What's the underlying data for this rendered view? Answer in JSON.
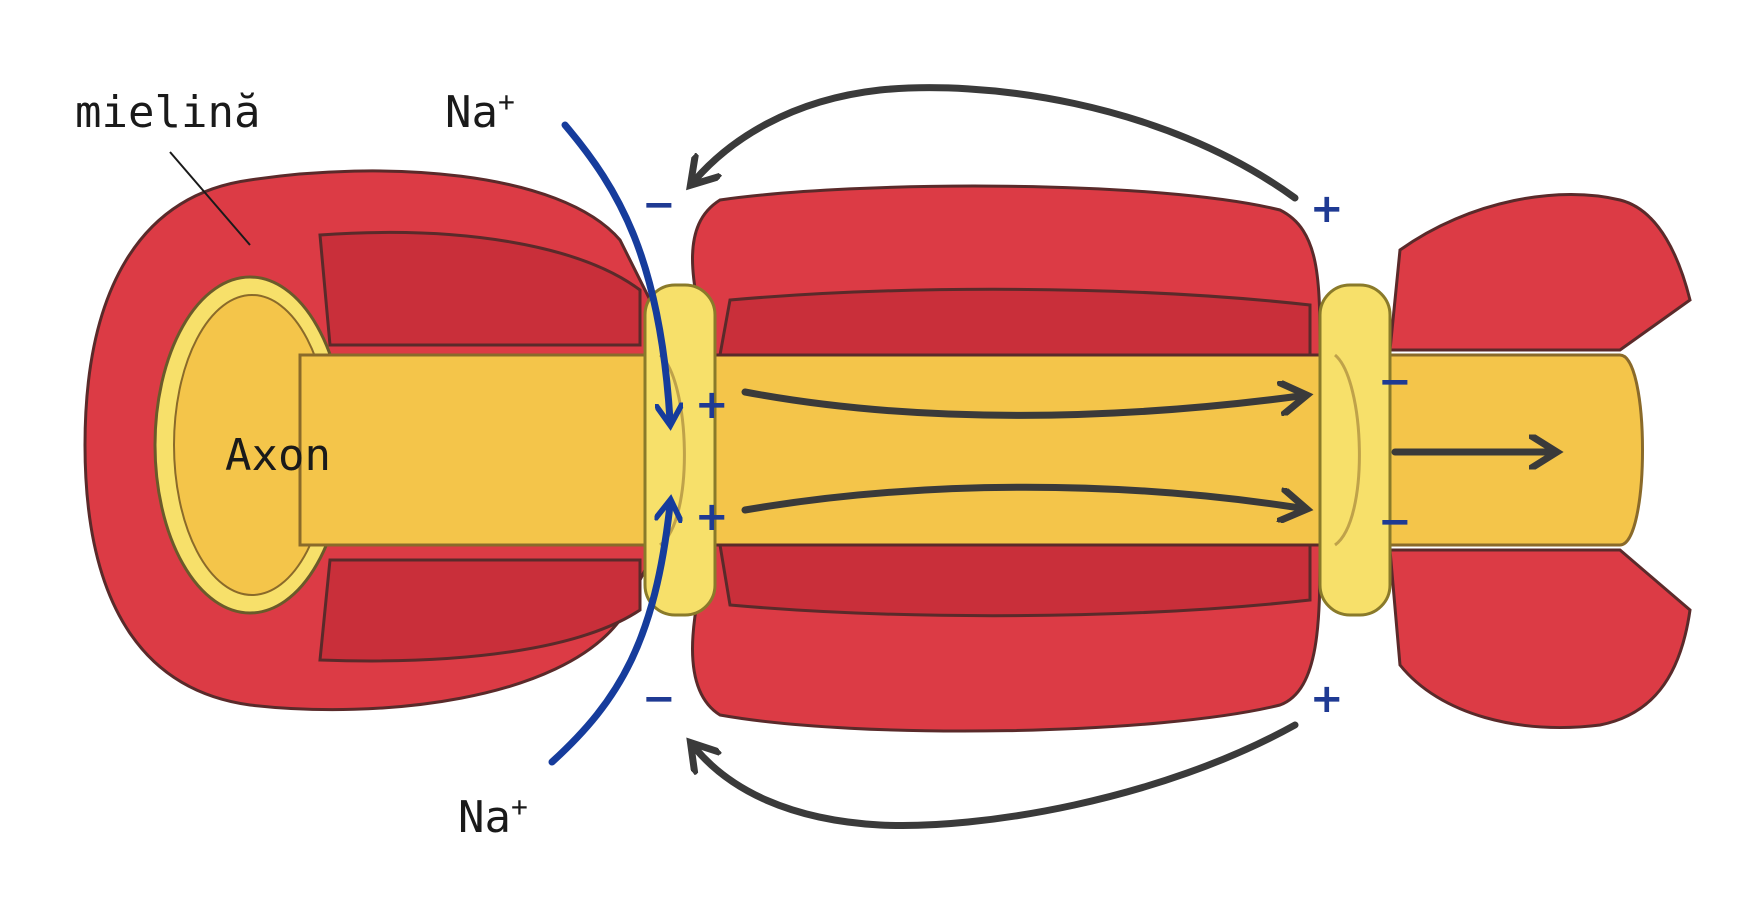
{
  "labels": {
    "myelin": "mielină",
    "axon": "Axon",
    "na_top": "Na",
    "na_bottom": "Na",
    "na_superscript": "+"
  },
  "charges": {
    "plus": "+",
    "minus": "−"
  },
  "colors": {
    "myelin": "#dc3b45",
    "axon": "#f4c54a",
    "node": "#f7e06a",
    "ion_arrow": "#163c9c",
    "current_arrow": "#3a3a3a",
    "charge_sign": "#1f3a93"
  }
}
